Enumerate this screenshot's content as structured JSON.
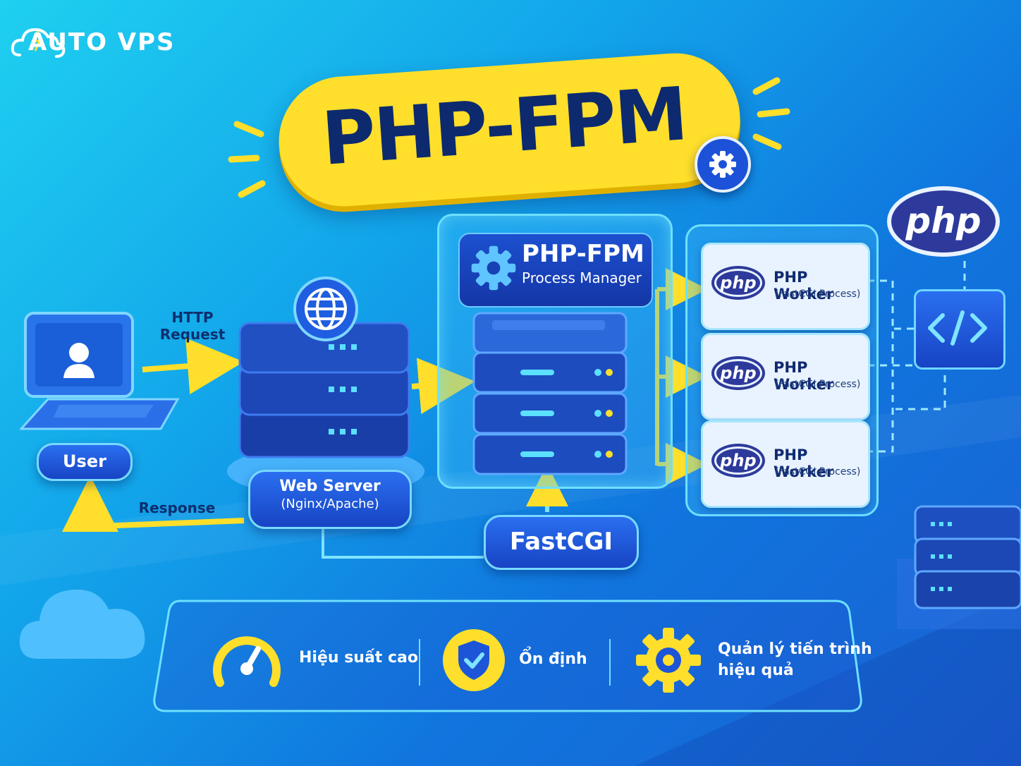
{
  "logo": {
    "text": "AUTO VPS"
  },
  "title": "PHP-FPM",
  "user": {
    "label": "User"
  },
  "edges": {
    "http_request_line1": "HTTP",
    "http_request_line2": "Request",
    "response": "Response"
  },
  "web_server": {
    "label": "Web Server",
    "sublabel": "(Nginx/Apache)"
  },
  "process_manager": {
    "title": "PHP-FPM",
    "subtitle": "Process Manager"
  },
  "fastcgi": {
    "label": "FastCGI"
  },
  "workers": [
    {
      "logo": "php",
      "title": "PHP Worker",
      "subtitle": "(FastCGI Process)"
    },
    {
      "logo": "php",
      "title": "PHP Worker",
      "subtitle": "(FastCGI Process)"
    },
    {
      "logo": "php",
      "title": "PHP Worker",
      "subtitle": "(FastCGI Process)"
    }
  ],
  "php_logo": "php",
  "code_icon": "code-icon",
  "features": [
    {
      "icon": "speedometer-icon",
      "label_line1": "Hiệu suất cao",
      "label_line2": ""
    },
    {
      "icon": "shield-check-icon",
      "label_line1": "Ổn định",
      "label_line2": ""
    },
    {
      "icon": "gear-icon",
      "label_line1": "Quản lý tiến trình",
      "label_line2": "hiệu quả"
    }
  ],
  "colors": {
    "accent_yellow": "#ffdf2b",
    "dark_navy": "#0d2a6e",
    "pill_blue": "#1c52d8",
    "php_purple": "#2d3a9c"
  }
}
